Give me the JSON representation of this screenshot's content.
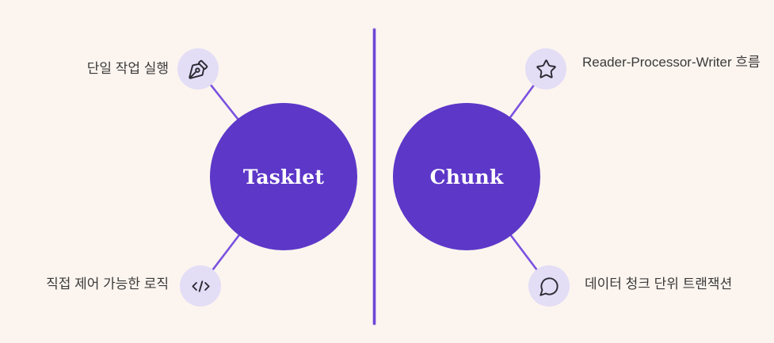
{
  "diagram": {
    "type": "comparison",
    "colors": {
      "background": "#fcf5ef",
      "node_fill": "#5d37c8",
      "node_text": "#ffffff",
      "icon_circle_fill": "#e3ddf6",
      "icon_stroke": "#2b2b33",
      "connector": "#7b51e0",
      "divider": "#6f46d6",
      "label_text": "#3a3a3a"
    }
  },
  "left": {
    "title": "Tasklet",
    "callouts": [
      {
        "icon": "pen-tool-icon",
        "label": "단일 작업 실행",
        "position": "top-left"
      },
      {
        "icon": "code-icon",
        "label": "직접 제어 가능한 로직",
        "position": "bottom-left"
      }
    ]
  },
  "right": {
    "title": "Chunk",
    "callouts": [
      {
        "icon": "star-icon",
        "label": "Reader-Processor-Writer 흐름",
        "position": "top-right"
      },
      {
        "icon": "speech-bubble-icon",
        "label": "데이터 청크 단위 트랜잭션",
        "position": "bottom-right"
      }
    ]
  }
}
